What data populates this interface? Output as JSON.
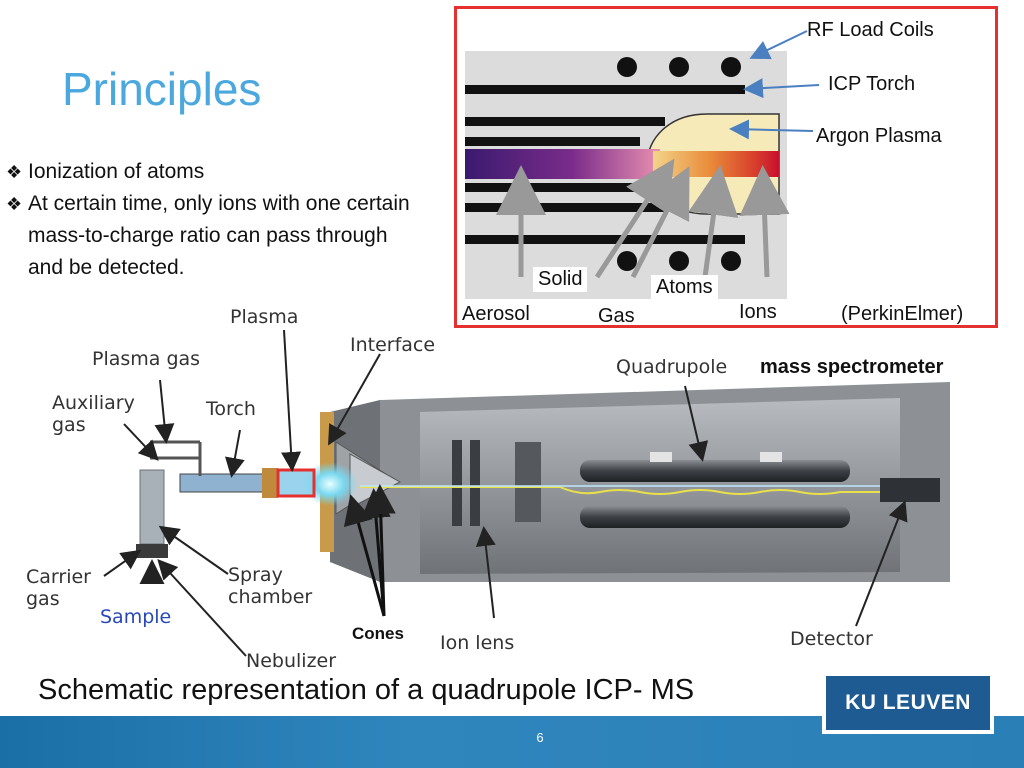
{
  "slide": {
    "title": "Principles",
    "bullets": [
      "Ionization of atoms",
      "At certain time, only ions with one certain mass-to-charge ratio can pass through and be detected."
    ],
    "bullet_marker": "❖",
    "caption": "Schematic representation of a quadrupole ICP- MS",
    "page_number": "6",
    "logo_text": "KU LEUVEN"
  },
  "inset": {
    "labels": {
      "rf_coils": "RF Load Coils",
      "icp_torch": "ICP Torch",
      "argon_plasma": "Argon Plasma",
      "solid": "Solid",
      "atoms": "Atoms",
      "aerosol": "Aerosol",
      "gas": "Gas",
      "ions": "Ions",
      "credit": "(PerkinElmer)"
    }
  },
  "schematic": {
    "labels": {
      "plasma": "Plasma",
      "interface": "Interface",
      "plasma_gas": "Plasma gas",
      "auxiliary_gas": "Auxiliary gas",
      "torch": "Torch",
      "quadrupole": "Quadrupole",
      "mass_spectrometer": "mass spectrometer",
      "carrier_gas": "Carrier gas",
      "sample": "Sample",
      "spray_chamber": "Spray chamber",
      "nebulizer": "Nebulizer",
      "cones": "Cones",
      "ion_lens": "Ion lens",
      "detector": "Detector"
    }
  },
  "colors": {
    "title": "#4aa8de",
    "inset_border": "#e53030",
    "footer": "#2a7fb6",
    "logo": "#1d5b92"
  }
}
